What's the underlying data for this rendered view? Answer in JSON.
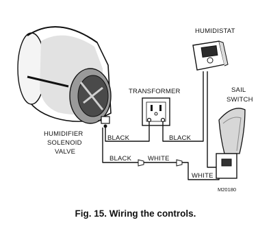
{
  "labels": {
    "humidistat": "HUMIDISTAT",
    "transformer": "TRANSFORMER",
    "sail_switch_line1": "SAIL",
    "sail_switch_line2": "SWITCH",
    "solenoid_line1": "HUMIDIFIER",
    "solenoid_line2": "SOLENOID",
    "solenoid_line3": "VALVE",
    "wire_black_1": "BLACK",
    "wire_black_2": "BLACK",
    "wire_black_3": "BLACK",
    "wire_white_1": "WHITE",
    "wire_white_2": "WHITE",
    "figure_code": "M20180"
  },
  "caption": "Fig. 15. Wiring the controls."
}
